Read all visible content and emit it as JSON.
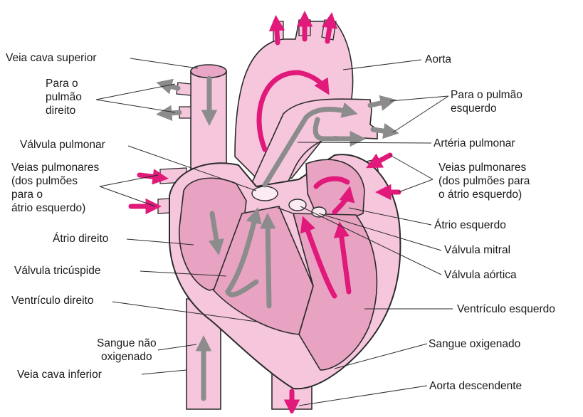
{
  "colors": {
    "tissue": "#f6c6dd",
    "tissue_dark": "#e9a6c6",
    "chamber": "#e8a3c2",
    "outline": "#2b2b2b",
    "arrow_oxygenated": "#e0197a",
    "arrow_deoxygenated": "#8c8c8c"
  },
  "icons": {
    "oxygenated_arrow": "magenta-arrow-icon",
    "deoxygenated_arrow": "gray-arrow-icon"
  },
  "labels": {
    "veia_cava_superior": "Veia cava superior",
    "para_o_pulmao_direito": [
      "Para o",
      "pulmão",
      "direito"
    ],
    "valvula_pulmonar": "Válvula pulmonar",
    "veias_pulmonares_esq": [
      "Veias pulmonares",
      "(dos pulmões",
      "para o",
      "átrio esquerdo)"
    ],
    "atrio_direito": "Átrio direito",
    "valvula_tricuspide": "Válvula tricúspide",
    "ventriculo_direito": "Ventrículo direito",
    "sangue_nao_oxigenado": [
      "Sangue não",
      "oxigenado"
    ],
    "veia_cava_inferior": "Veia cava inferior",
    "aorta": "Aorta",
    "para_o_pulmao_esquerdo": [
      "Para o pulmão",
      "esquerdo"
    ],
    "arteria_pulmonar": "Artéria pulmonar",
    "veias_pulmonares_dir": [
      "Veias pulmonares",
      "(dos pulmões para",
      "o átrio esquerdo)"
    ],
    "atrio_esquerdo": "Átrio esquerdo",
    "valvula_mitral": "Válvula mitral",
    "valvula_aortica": "Válvula aórtica",
    "ventriculo_esquerdo": "Ventrículo esquerdo",
    "sangue_oxigenado": "Sangue oxigenado",
    "aorta_descendente": "Aorta descendente"
  }
}
